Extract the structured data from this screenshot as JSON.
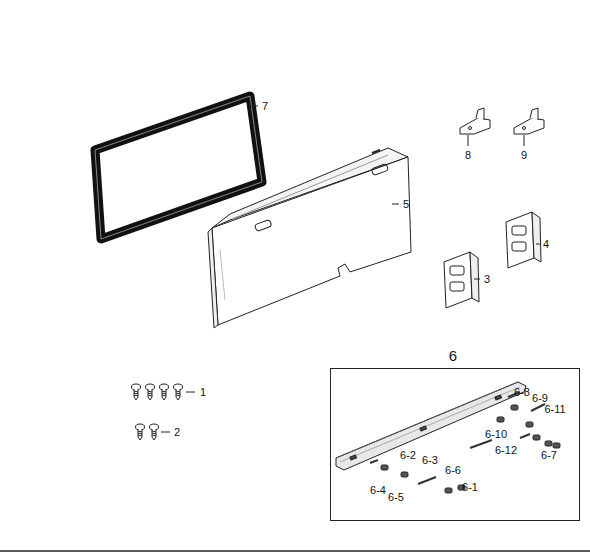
{
  "diagram": {
    "nodes": [
      {
        "text": [
          "6"
        ]
      }
    ],
    "labels": [
      "7",
      "8",
      "9",
      "5",
      "4",
      "3",
      "1",
      "2",
      "6-8",
      "6-9",
      "6-11",
      "6-10",
      "6-12",
      "6-7",
      "6-2",
      "6-3",
      "6-6",
      "6-4",
      "6-5",
      "6-1"
    ]
  }
}
